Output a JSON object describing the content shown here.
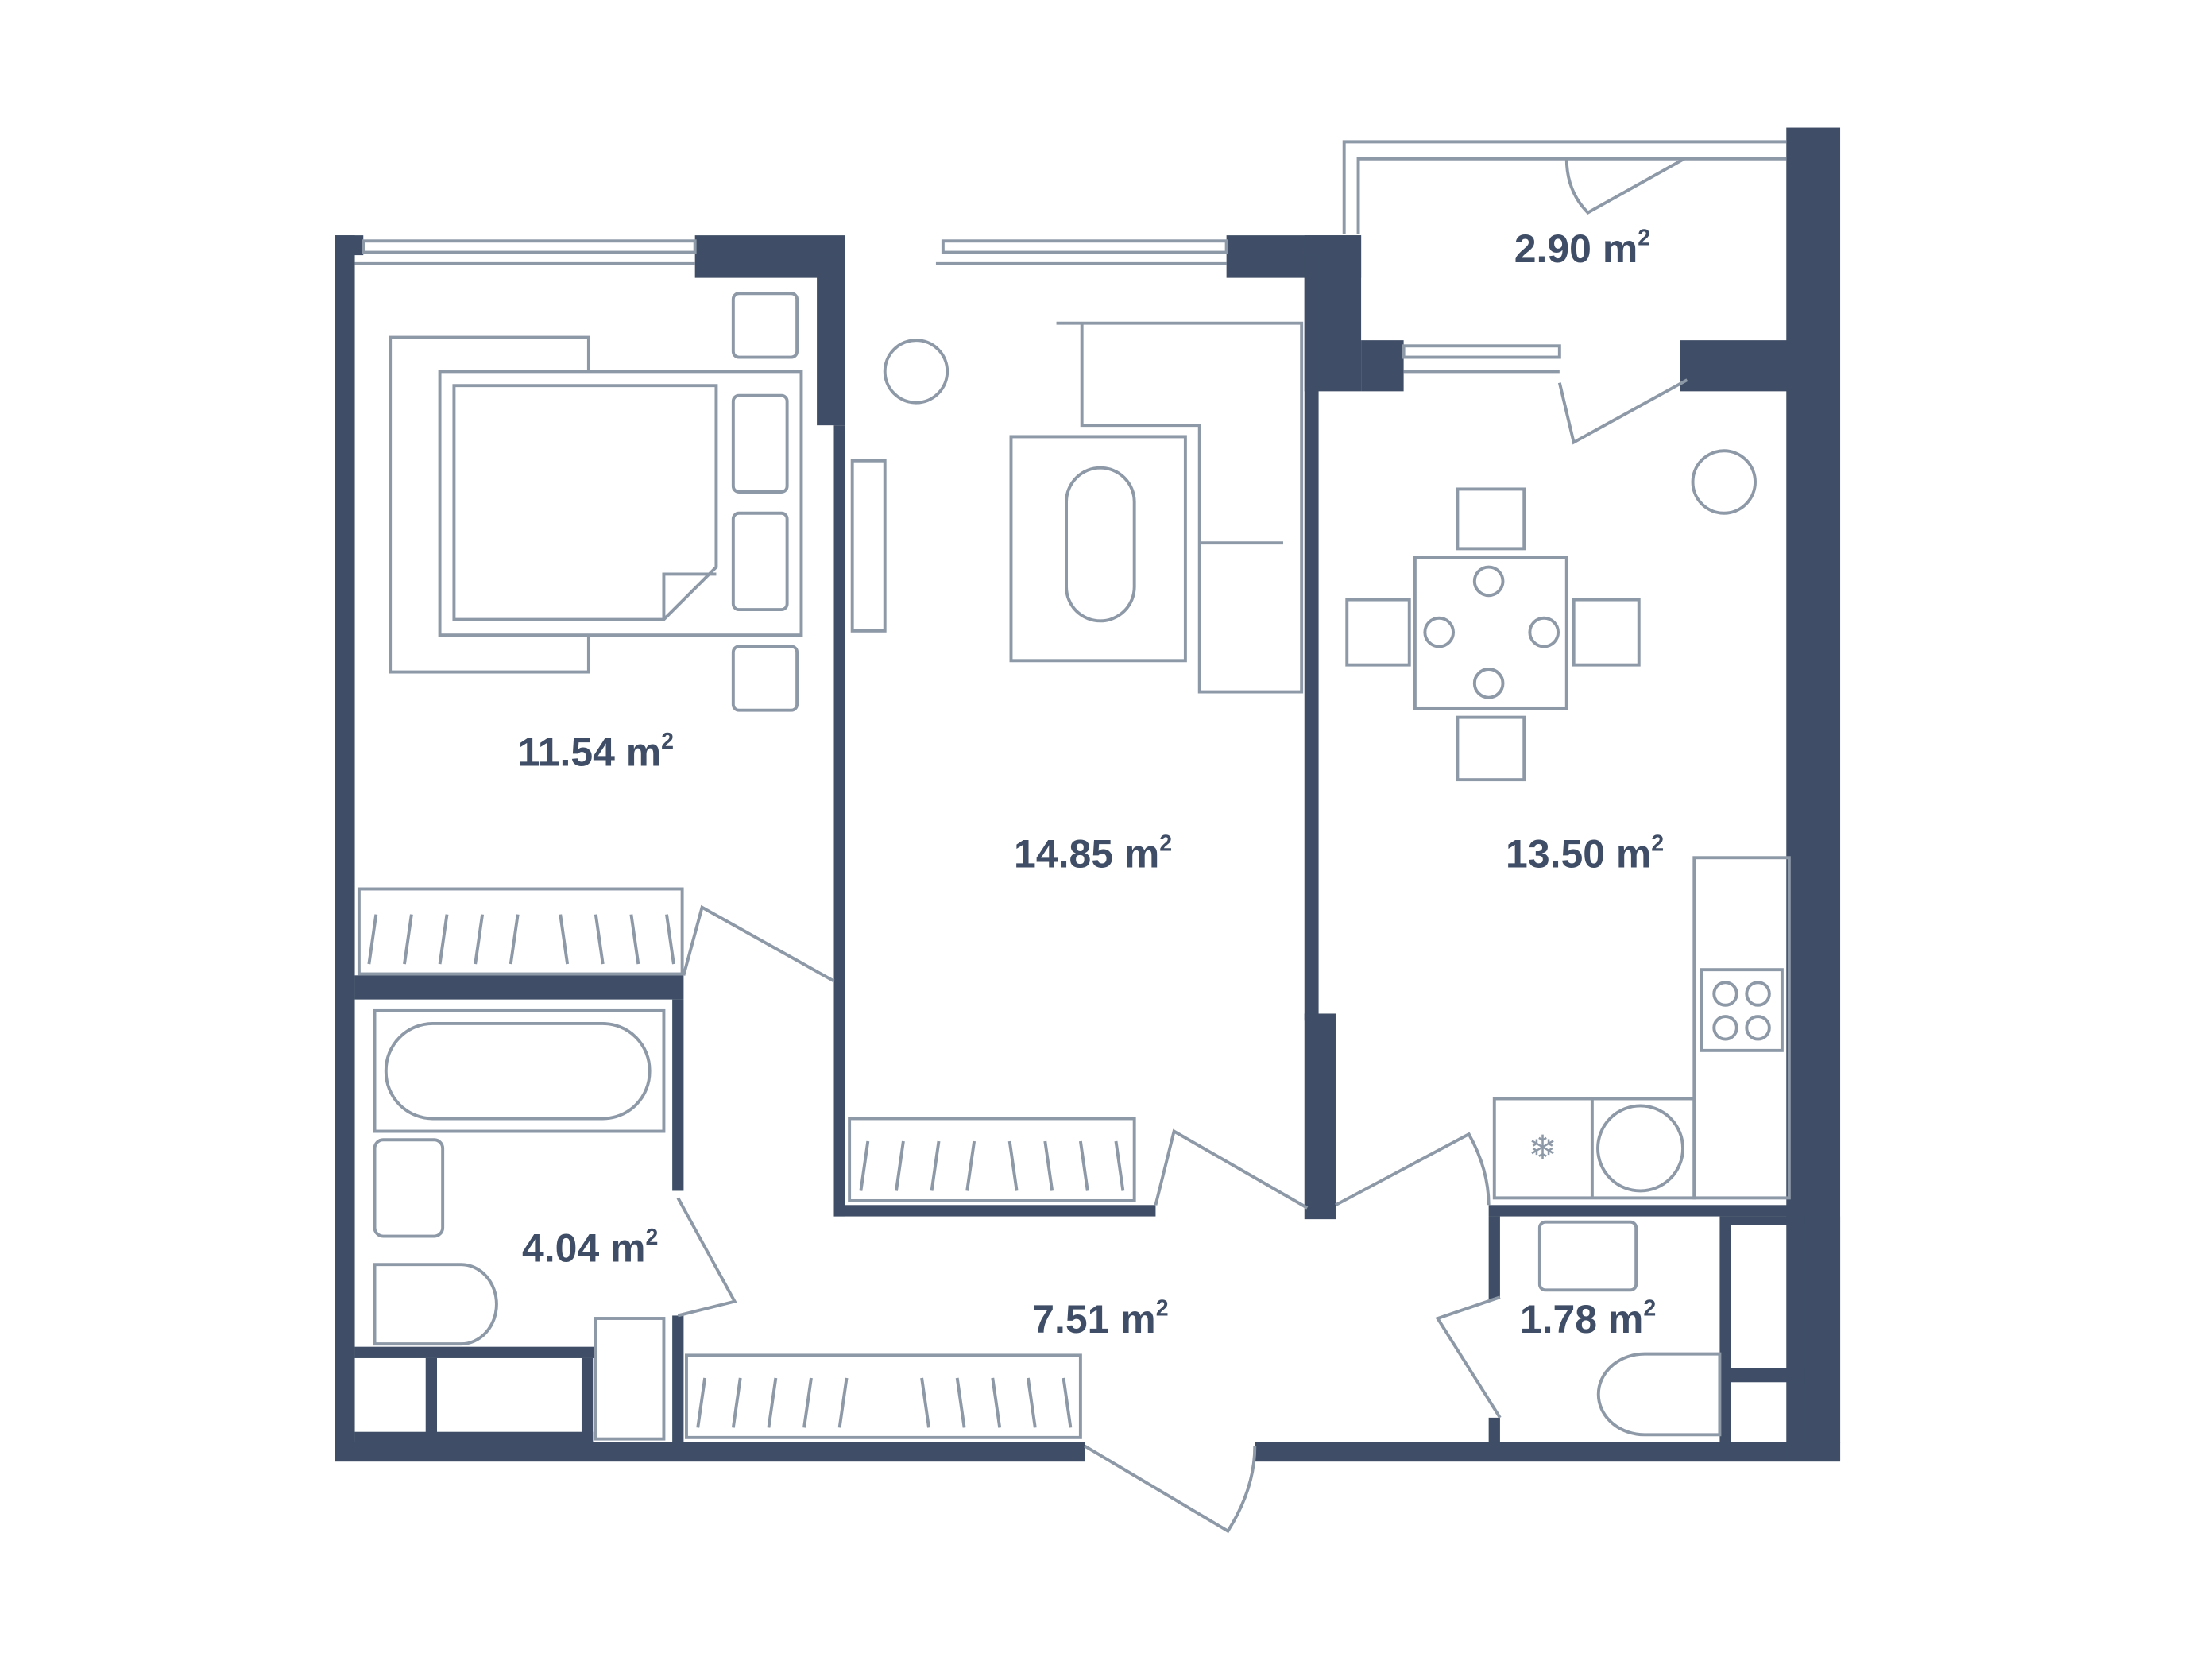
{
  "colors": {
    "wall": "#3f4e66",
    "furniture": "#8e99a8",
    "background": "#ffffff"
  },
  "rooms": [
    {
      "name": "bedroom",
      "area": "11.54 m",
      "sup": "2"
    },
    {
      "name": "living-room",
      "area": "14.85 m",
      "sup": "2"
    },
    {
      "name": "kitchen",
      "area": "13.50 m",
      "sup": "2"
    },
    {
      "name": "balcony",
      "area": "2.90 m",
      "sup": "2"
    },
    {
      "name": "bathroom",
      "area": "4.04 m",
      "sup": "2"
    },
    {
      "name": "hallway",
      "area": "7.51 m",
      "sup": "2"
    },
    {
      "name": "toilet",
      "area": "1.78 m",
      "sup": "2"
    }
  ]
}
